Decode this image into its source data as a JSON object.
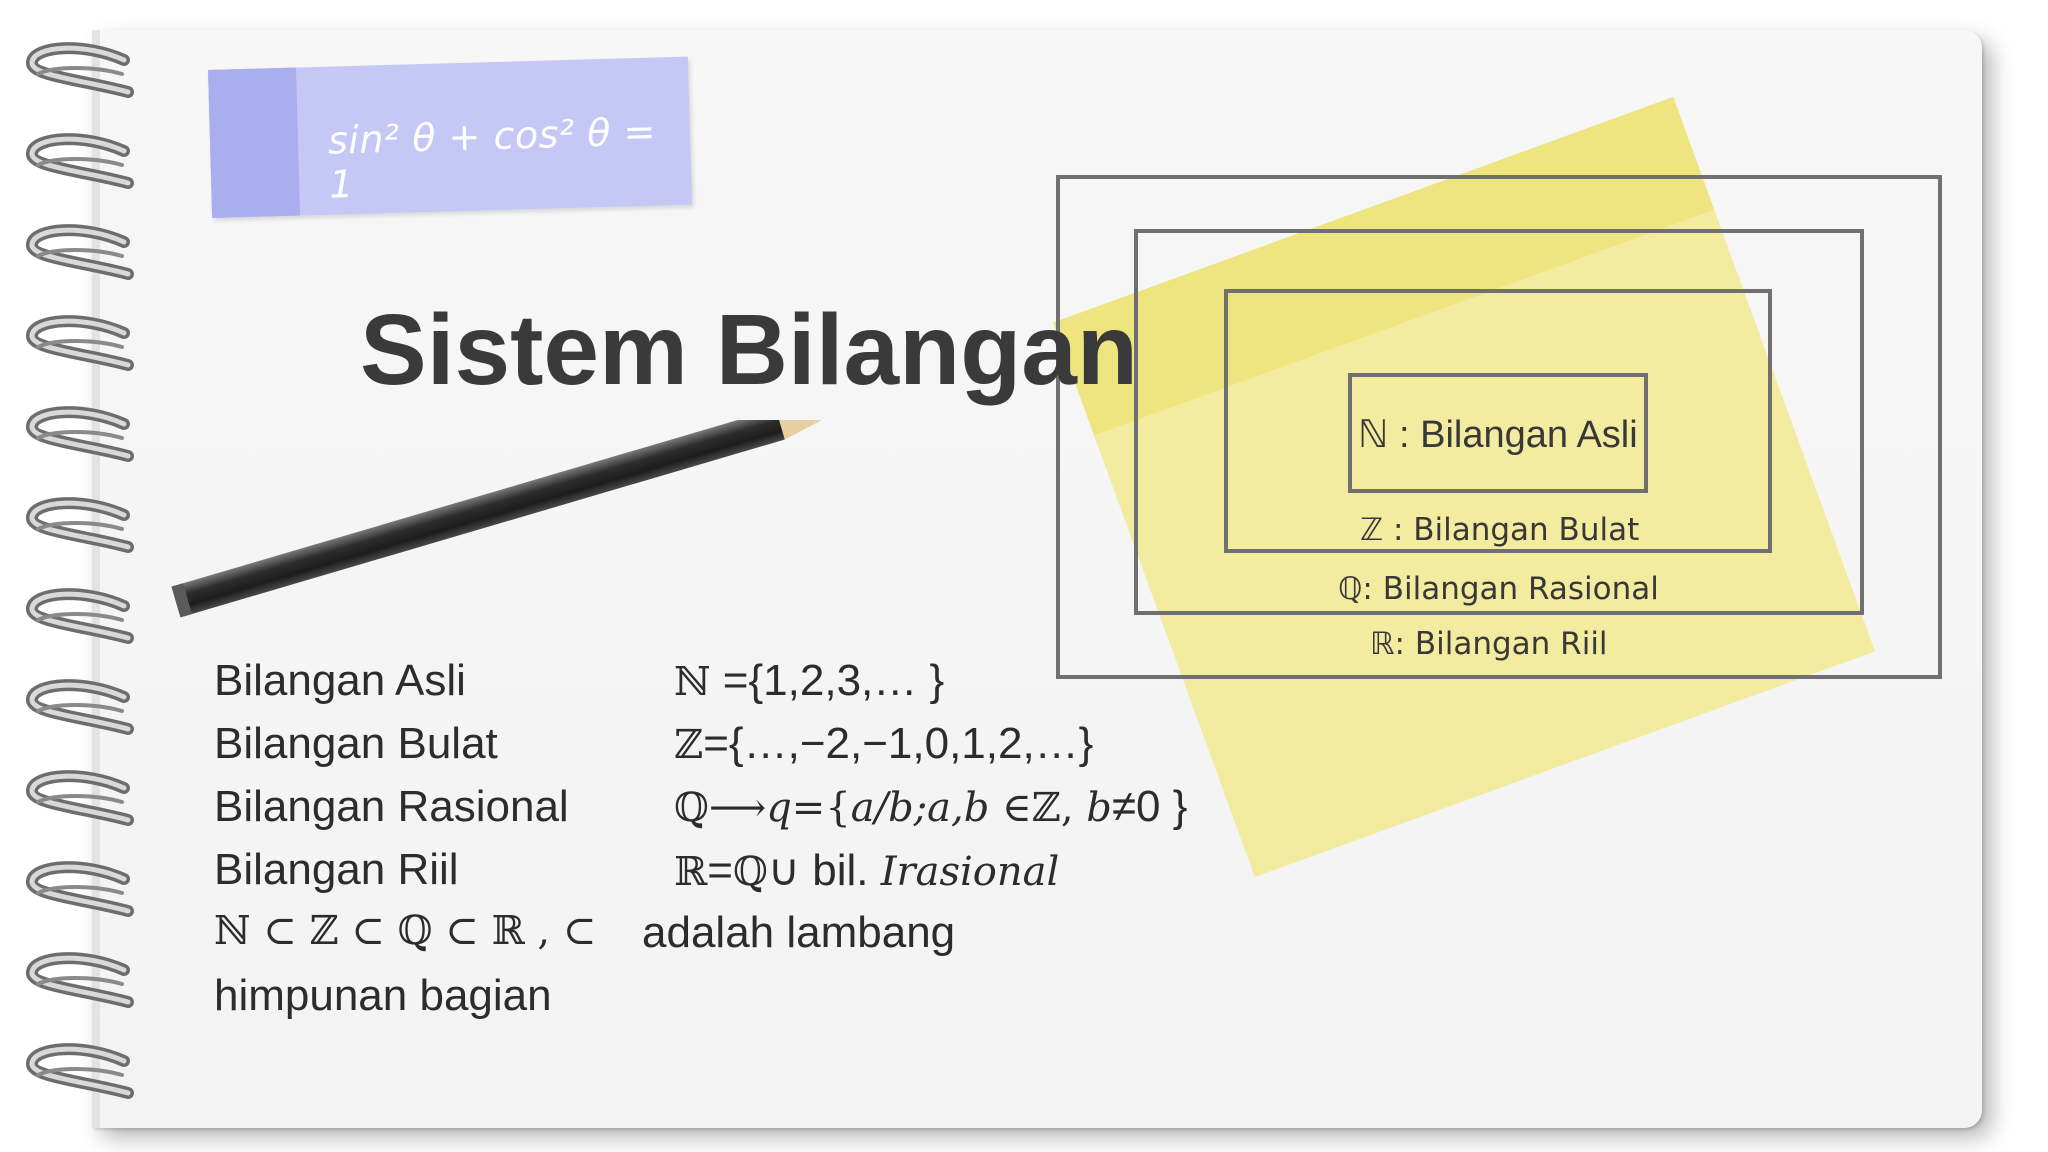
{
  "slide": {
    "formula": "sin² θ + cos² θ = 1",
    "title": "Sistem Bilangan"
  },
  "diagram": {
    "labels": {
      "N": "ℕ : Bilangan Asli",
      "Z": "ℤ : Bilangan Bulat",
      "Q": "ℚ: Bilangan Rasional",
      "R": "ℝ: Bilangan Riil"
    }
  },
  "definitions": [
    {
      "name": "Bilangan Asli",
      "symbol": "ℕ",
      "rest": " ={1,2,3,… }"
    },
    {
      "name": "Bilangan Bulat",
      "symbol": "ℤ",
      "rest": "={…,−2,−1,0,1,2,…}"
    },
    {
      "name": "Bilangan Rasional",
      "symbol": "ℚ",
      "arrow": "⟶",
      "q": "q",
      "set_open": "={",
      "ab": "a/b;a,b",
      "member": " ∈ℤ, ",
      "b": "b",
      "close": "≠0 }"
    },
    {
      "name": "Bilangan Riil",
      "symbol": "ℝ",
      "eq": "=",
      "qsym": "ℚ",
      "union": "∪ bil. ",
      "irr": "Irasional"
    }
  ],
  "subset_line": {
    "chain": "ℕ ⊂ ℤ ⊂ ℚ ⊂ ℝ , ⊂",
    "text": "adalah lambang",
    "text2": "himpunan bagian"
  },
  "colors": {
    "sticky_note": "#c5c8f5",
    "yellow_note": "#f0e45a",
    "box_border": "#707070",
    "text": "#2c2c2c"
  }
}
